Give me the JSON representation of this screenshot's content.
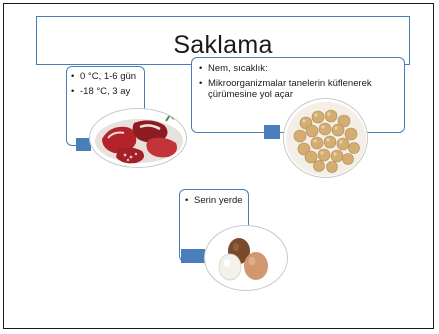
{
  "title": "Saklama",
  "cards": [
    {
      "name": "meat",
      "items": [
        "0 °C, 1-6 gün",
        "-18 °C, 3 ay"
      ]
    },
    {
      "name": "grain",
      "items": [
        "Nem, sıcaklık:",
        "Mikroorganizmalar tanelerin küflenerek çürümesine yol açar"
      ]
    },
    {
      "name": "egg",
      "items": [
        "Serin yerde"
      ]
    }
  ],
  "colors": {
    "accent": "#4a7ebb",
    "border": "#1a1a1a"
  },
  "images": [
    "raw-meat-photo",
    "chickpeas-photo",
    "eggs-photo"
  ]
}
